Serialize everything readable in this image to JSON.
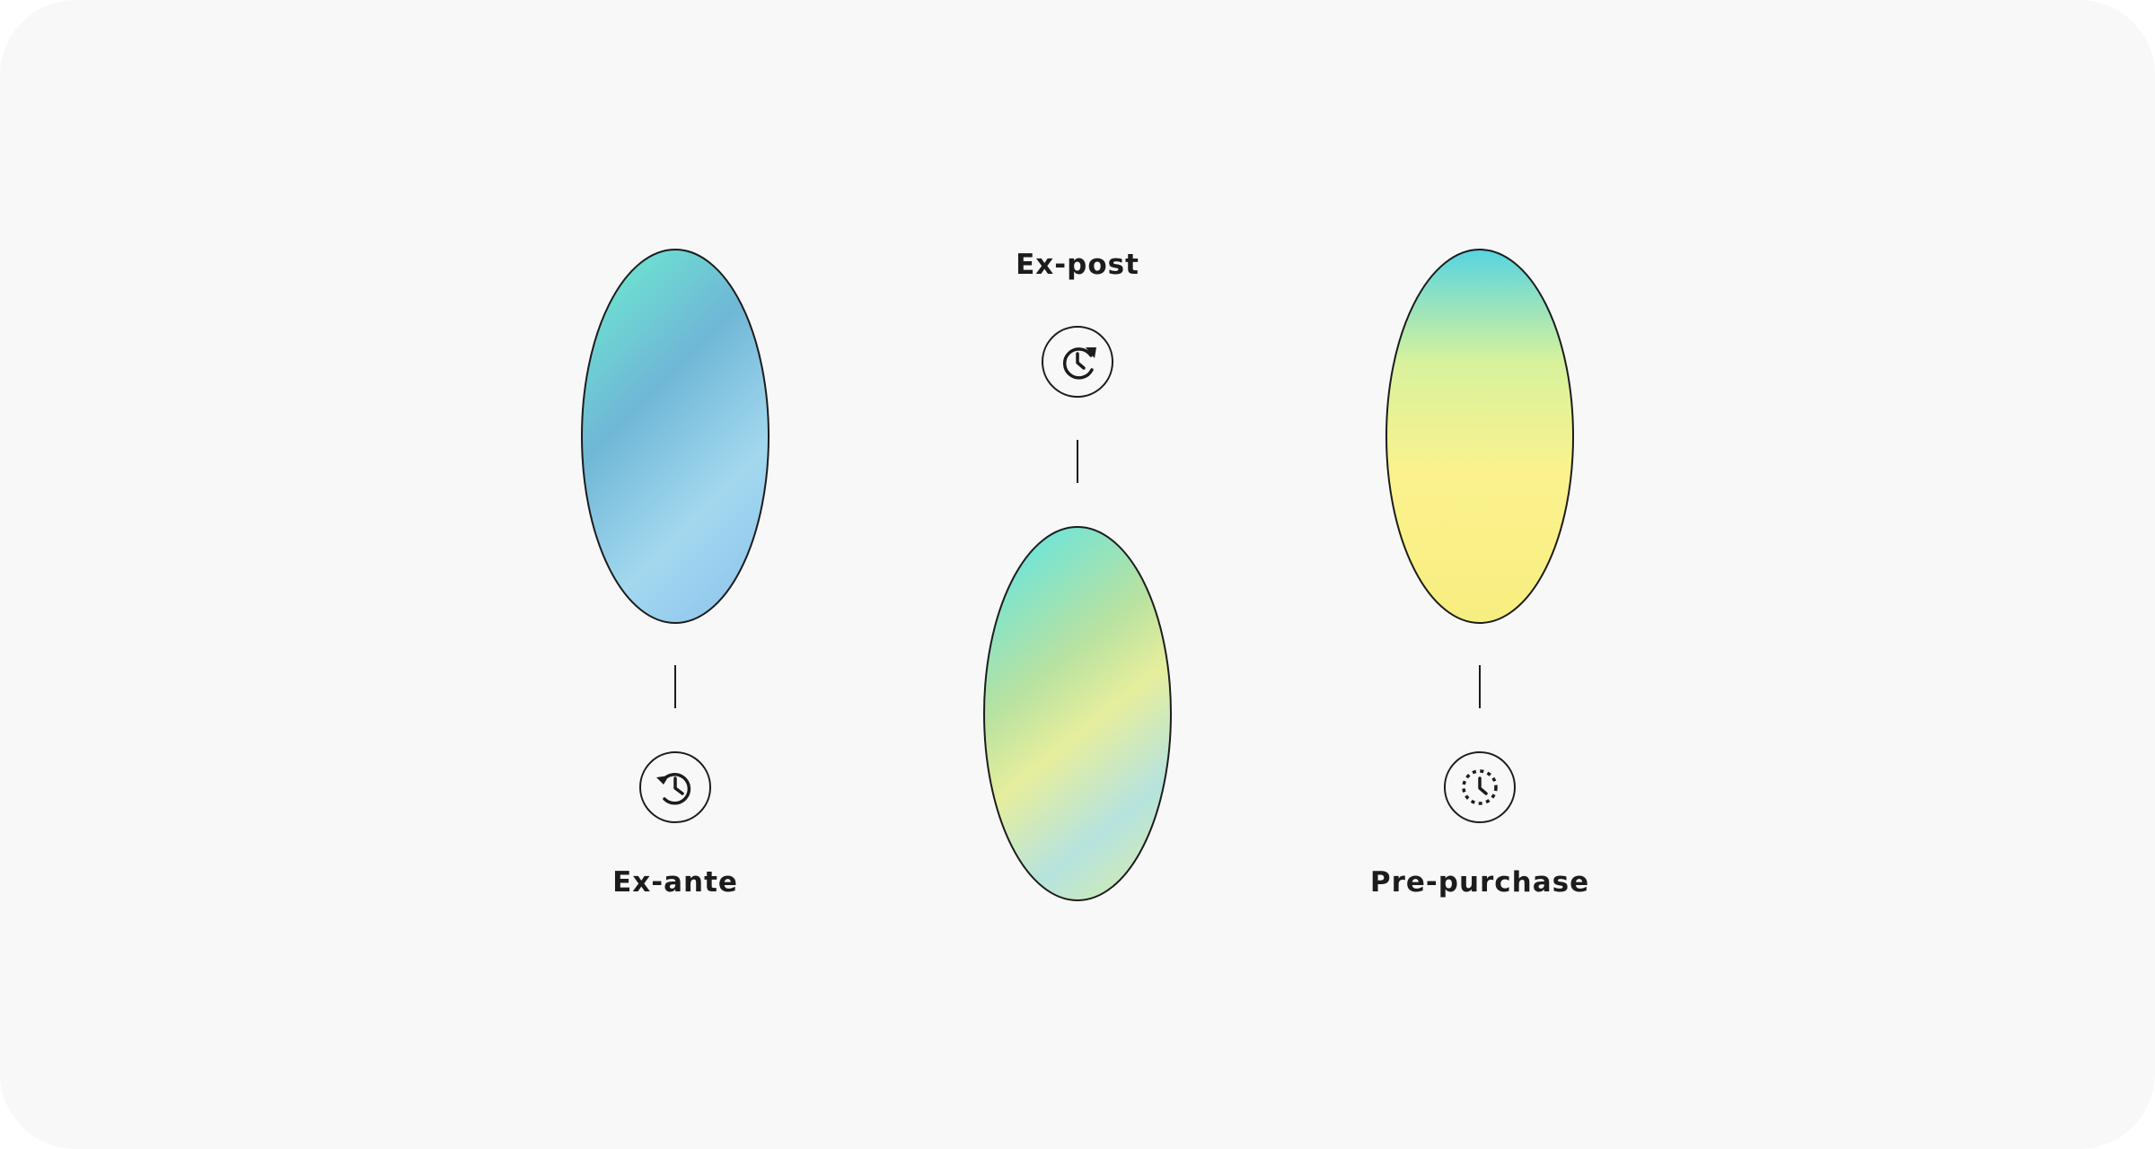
{
  "nodes": [
    {
      "id": "ex-ante",
      "label": "Ex-ante",
      "icon": "history-icon",
      "gradient": [
        "#6ee3d1",
        "#6fb7d6",
        "#a3d8ef",
        "#91c6ee"
      ]
    },
    {
      "id": "ex-post",
      "label": "Ex-post",
      "icon": "refresh-clock-icon",
      "gradient": [
        "#6ee4d9",
        "#b9e2a0",
        "#e6ee9d",
        "#b6e3df"
      ]
    },
    {
      "id": "pre-purchase",
      "label": "Pre-purchase",
      "icon": "dashed-clock-icon",
      "gradient": [
        "#57d4e0",
        "#d7f29c",
        "#fbf28e",
        "#f7ee80"
      ]
    }
  ],
  "colors": {
    "background": "#f8f8f8",
    "stroke": "#1c1c1c",
    "text": "#1c1c1c"
  }
}
